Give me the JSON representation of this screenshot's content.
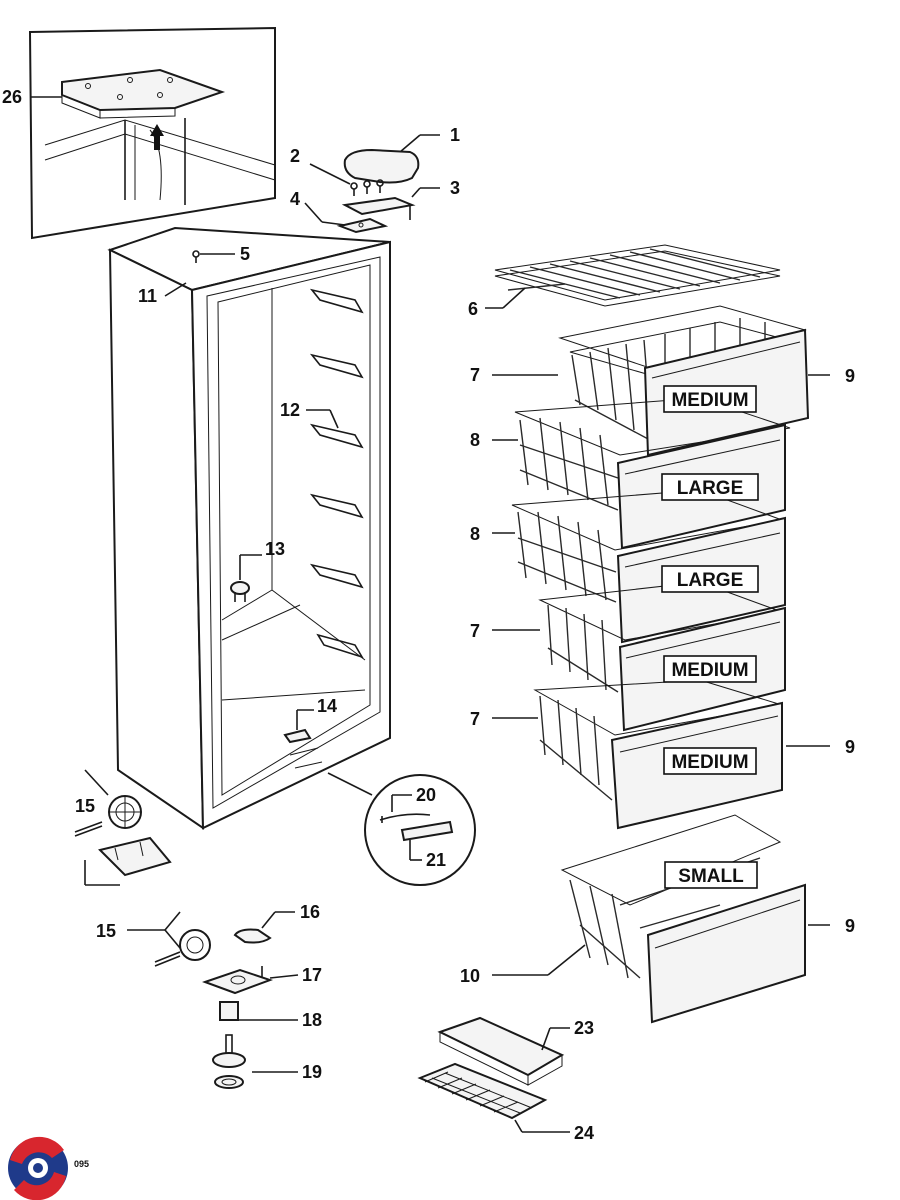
{
  "labels": {
    "l1": "1",
    "l2": "2",
    "l3": "3",
    "l4": "4",
    "l5": "5",
    "l6": "6",
    "l7a": "7",
    "l7b": "7",
    "l7c": "7",
    "l8a": "8",
    "l8b": "8",
    "l9a": "9",
    "l9b": "9",
    "l9c": "9",
    "l10": "10",
    "l11": "11",
    "l12": "12",
    "l13": "13",
    "l14": "14",
    "l15a": "15",
    "l15b": "15",
    "l16": "16",
    "l17": "17",
    "l18": "18",
    "l19": "19",
    "l20": "20",
    "l21": "21",
    "l23": "23",
    "l24": "24",
    "l26": "26"
  },
  "baskets": {
    "b1": "MEDIUM",
    "b2": "LARGE",
    "b3": "LARGE",
    "b4": "MEDIUM",
    "b5": "MEDIUM",
    "b6": "SMALL"
  },
  "footer": {
    "code": "095"
  },
  "colors": {
    "logo_red": "#d8262e",
    "logo_blue": "#1f3a8a",
    "line": "#1a1a1a"
  },
  "icons": {
    "logo": "brand-swirl-icon",
    "arrow": "up-arrow-icon"
  }
}
